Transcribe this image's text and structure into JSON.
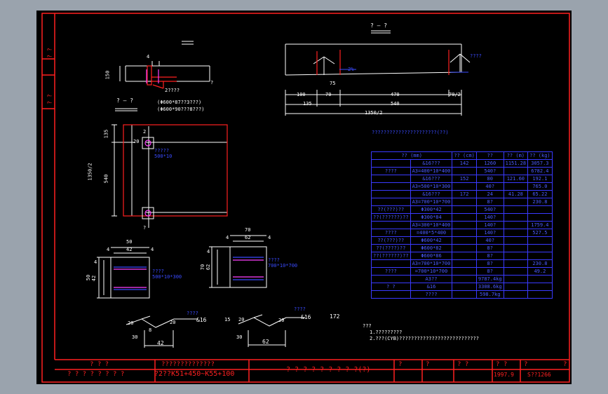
{
  "colors": {
    "frame": "#ff2020",
    "blue": "#3a4bff",
    "white": "#ffffff",
    "magenta": "#ff40ff",
    "cyan": "#40e0ff",
    "yellow": "#ffff40",
    "green": "#40ff40",
    "bg": "#000000"
  },
  "left_strip": {
    "label_top": "? ?",
    "label_bottom": "? ?"
  },
  "section": {
    "title_top": "? — ?",
    "title_left": "? — ?",
    "note_a": "(Φ600*87??3???)",
    "note_b": "(Φ600*90???8???)",
    "dim_4": "4",
    "dim_150": "150",
    "dim_2": "2????",
    "label_num": "?"
  },
  "top_elevation": {
    "dim_100": "100",
    "dim_70a": "70",
    "dim_470": "470",
    "dim_70_2": "70/2",
    "dim_135": "135",
    "dim_540": "540",
    "dim_1350_2": "1350/2",
    "label_right": "????",
    "tag_a": "2%",
    "tag_b": "75"
  },
  "plan": {
    "dim_135": "135",
    "dim_540": "540",
    "dim_1350_2": "1350/2",
    "dim_2a": "2",
    "note": "?????\n500*10",
    "q": "?",
    "dim_20": "20"
  },
  "detail_a": {
    "dim_50": "50",
    "dim_42": "42",
    "dim_4a": "4",
    "dim_4b": "4",
    "dim_50v": "50",
    "dim_42v": "42",
    "dim_4v": "4",
    "note": "????\n500*10*300"
  },
  "detail_b": {
    "dim_70": "70",
    "dim_62": "62",
    "dim_4a": "4",
    "dim_4b": "4",
    "dim_70v": "70",
    "dim_62v": "62",
    "dim_4v": "4",
    "note": "????\n700*10*700"
  },
  "weld_a": {
    "head": "????",
    "d16": "&16",
    "d20a": "20",
    "d20b": "20",
    "d30": "30",
    "d42": "42",
    "ext": "8"
  },
  "weld_b": {
    "head": "????",
    "d16": "&16",
    "d20a": "20",
    "d20b": "20",
    "d30": "30",
    "d62": "62",
    "d15": "15",
    "num": "172"
  },
  "table": {
    "title": "??????????????????????(??)",
    "headers": [
      "??\n(mm)",
      "??\n(cm)",
      "??",
      "??\n(m)",
      "??\n(kg)"
    ],
    "rows": [
      {
        "c": [
          "",
          "&16???",
          "142",
          "1260",
          "1151.28",
          "3057.3"
        ]
      },
      {
        "c": [
          "????",
          "A3=400*10*400",
          "",
          "540?",
          "",
          "6782.4"
        ]
      },
      {
        "c": [
          "",
          "&16???",
          "152",
          "80",
          "121.60",
          "192.1"
        ]
      },
      {
        "c": [
          "",
          "A3=500*10*300",
          "",
          "40?",
          "",
          "765.0"
        ]
      },
      {
        "c": [
          "",
          "&16???",
          "172",
          "24",
          "41.28",
          "65.22"
        ]
      },
      {
        "c": [
          "",
          "A3=700*10*700",
          "",
          "8?",
          "",
          "230.8"
        ]
      },
      {
        "c": [
          "??(???)??",
          "Φ300*42",
          "",
          "540?",
          "",
          ""
        ]
      },
      {
        "c": [
          "??(??????)??",
          "Φ300*84",
          "",
          "140?",
          "",
          ""
        ]
      },
      {
        "c": [
          "",
          "A3=300*10*400",
          "",
          "140?",
          "",
          "1759.4"
        ]
      },
      {
        "c": [
          "????",
          "=400*5*400",
          "",
          "140?",
          "",
          "527.5"
        ]
      },
      {
        "c": [
          "??(???)??",
          "Φ600*42",
          "",
          "40?",
          "",
          ""
        ]
      },
      {
        "c": [
          "??(????)??",
          "Φ600*82",
          "",
          "8?",
          "",
          ""
        ]
      },
      {
        "c": [
          "??(??????)??",
          "Φ600*86",
          "",
          "8?",
          "",
          ""
        ]
      },
      {
        "c": [
          "",
          "A3=700*10*700",
          "",
          "8?",
          "",
          "230.8"
        ]
      },
      {
        "c": [
          "????",
          "=700*10*700",
          "",
          "8?",
          "",
          "49.2"
        ]
      },
      {
        "c": [
          "",
          "A3??",
          "",
          "9787.4kg",
          "",
          ""
        ]
      },
      {
        "c": [
          "? ?",
          "&16",
          "",
          "3308.6kg",
          "",
          ""
        ]
      },
      {
        "c": [
          "",
          "????",
          "",
          "598.7kg",
          "",
          ""
        ]
      }
    ]
  },
  "notes": {
    "head": "???",
    "line1": "1.?????????",
    "line2": "2.???(CYB)???????????????????????????"
  },
  "titleblock": {
    "c1a": "? ? ?",
    "c1b": "? ? ? ? ? ? ? ?",
    "c2a": "??????????????",
    "c2b": "?2??K51+450~K55+100",
    "c3": "? ? ? ? ? ? ? ? ?(?)",
    "c4a": "?",
    "c5a": "?",
    "c6a": "? ?",
    "c7a": "? ?",
    "c8a": "?",
    "date": "1997.9",
    "drawno": "S??1266",
    "right": "?"
  }
}
